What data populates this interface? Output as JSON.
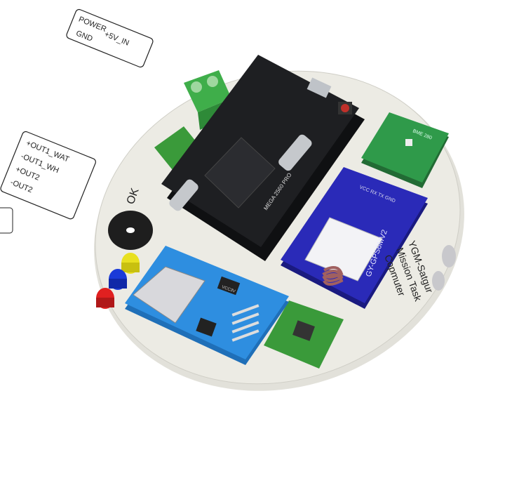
{
  "labels": {
    "power_title": "POWER",
    "power_vin": "+5V_IN",
    "power_gnd": "GND",
    "out_lines": [
      "+OUT1_WAT",
      "-OUT1_WH",
      "+OUT2",
      "-OUT2"
    ],
    "board_title": [
      "YGM-Satgur",
      "Mission Task",
      "Copmuter"
    ],
    "gps_name": "GY-GPS6MV2",
    "gps_pins": "VCC RX TX GND",
    "bme_name": "BME 280",
    "mcu_name": "MEGA 2560 PRO",
    "ok_label": "OK",
    "sd_chip": "VCC3V"
  },
  "colors": {
    "board": "#ecebe4",
    "mcu": "#1e1f22",
    "gps": "#2a2ab8",
    "bme": "#2f9a4a",
    "sd": "#2e8ee0",
    "lora": "#3a9a3a",
    "terminal": "#3fae4a"
  }
}
